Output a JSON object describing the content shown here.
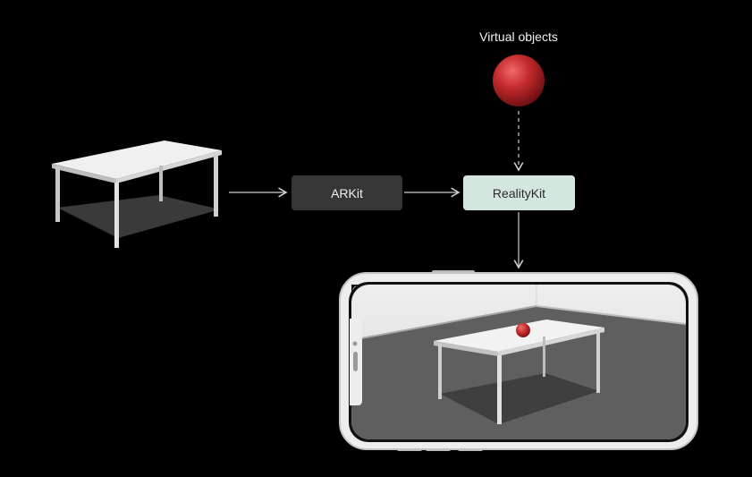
{
  "labels": {
    "virtual_objects": "Virtual objects"
  },
  "nodes": {
    "arkit": "ARKit",
    "realitykit": "RealityKit"
  },
  "icons": {
    "real_table": "table-icon",
    "virtual_sphere": "sphere-icon",
    "device": "iphone-icon"
  },
  "colors": {
    "background": "#000000",
    "arkit_box": "#363636",
    "realitykit_box": "#d3e7df",
    "sphere": "#c0282a"
  }
}
